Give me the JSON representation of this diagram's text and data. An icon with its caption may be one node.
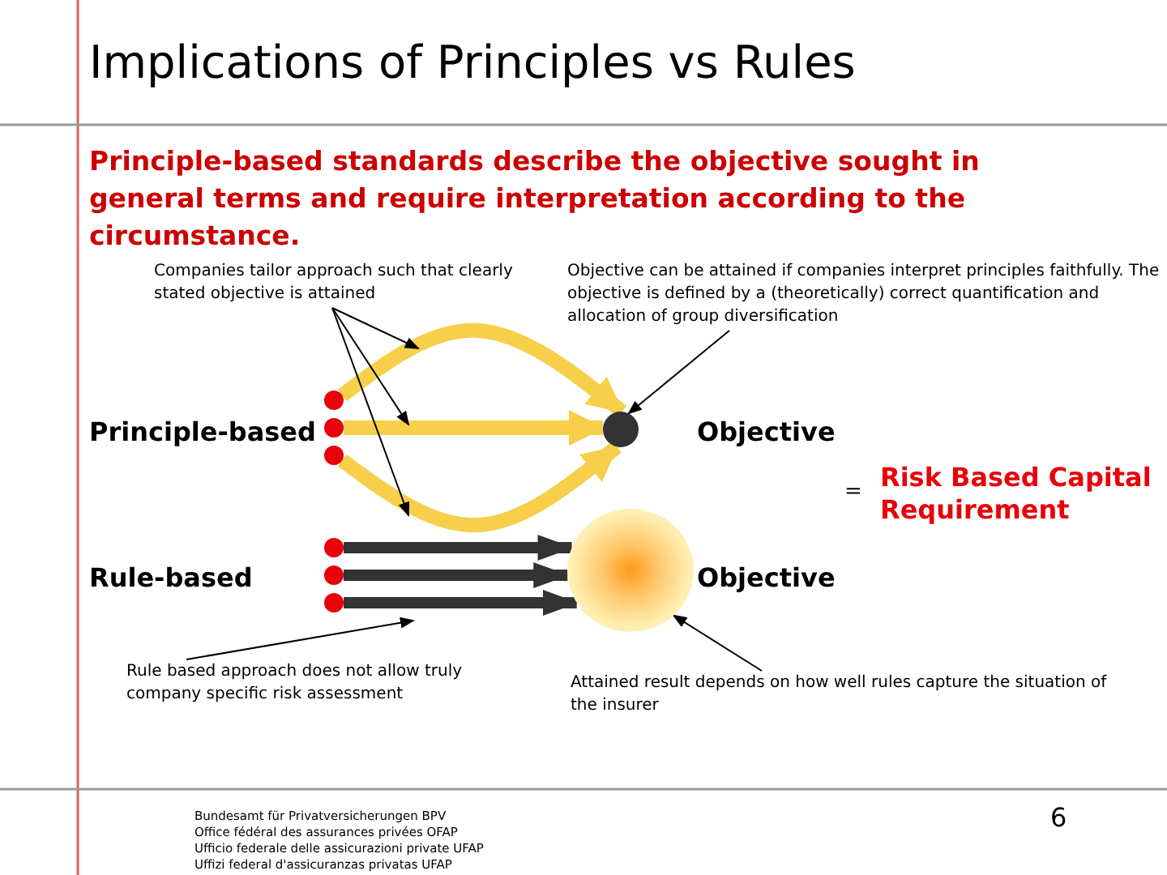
{
  "diagram": {
    "title": "Implications of Principles vs Rules",
    "nodes": [
      {
        "text": [
          "Companies tailor approach such that clearly stated objective is attained"
        ]
      },
      {
        "text": [
          "Objective can be attained if companies interpret principles faithfully. The objective is defined by a (theoretically) correct quantification and allocation of group diversification"
        ]
      },
      {
        "text": [],
        "shape": "circle"
      },
      {
        "text": [],
        "shape": "circle"
      },
      {
        "text": [],
        "shape": "circle"
      },
      {
        "text": [],
        "shape": "circle",
        "beside": [
          "Objective"
        ]
      },
      {
        "text": [],
        "shape": "circle"
      },
      {
        "text": [],
        "shape": "circle"
      },
      {
        "text": [],
        "shape": "circle"
      },
      {
        "text": [],
        "shape": "circle",
        "beside": [
          "Objective"
        ]
      },
      {
        "text": [
          "Rule based approach does not allow truly company specific risk assessment"
        ]
      },
      {
        "text": [
          "Attained result depends on how well rules capture the situation of the insurer"
        ]
      }
    ],
    "edges": [
      {
        "from": 2,
        "to": 5,
        "arrow": "to",
        "style": "thick",
        "color": "#f7cf4a"
      },
      {
        "from": 3,
        "to": 5,
        "arrow": "to",
        "style": "thick",
        "color": "#f7cf4a"
      },
      {
        "from": 4,
        "to": 5,
        "arrow": "to",
        "style": "thick",
        "color": "#f7cf4a"
      },
      {
        "from": 6,
        "to": 9,
        "arrow": "to",
        "style": "thick",
        "color": "#333333"
      },
      {
        "from": 7,
        "to": 9,
        "arrow": "to",
        "style": "thick",
        "color": "#333333"
      },
      {
        "from": 8,
        "to": 9,
        "arrow": "to",
        "style": "thick",
        "color": "#333333"
      },
      {
        "from": 0,
        "to": null,
        "arrow": "to"
      },
      {
        "from": 0,
        "to": null,
        "arrow": "to"
      },
      {
        "from": 0,
        "to": null,
        "arrow": "to"
      },
      {
        "from": 1,
        "to": 5,
        "arrow": "to"
      },
      {
        "from": 10,
        "to": null,
        "arrow": "to"
      },
      {
        "from": 11,
        "to": 9,
        "arrow": "to"
      }
    ],
    "labels": [
      "Principle-based standards describe the objective sought in general terms and require interpretation according to the circumstance.",
      "Principle-based",
      "=",
      "Risk Based Capital Requirement",
      "Rule-based",
      "Bundesamt für Privatversicherungen BPV",
      "Office fédéral des assurances privées OFAP",
      "Ufficio federale delle assicurazioni private UFAP",
      "Uffizi federal d'assicuranzas privatas UFAP",
      "6"
    ]
  }
}
